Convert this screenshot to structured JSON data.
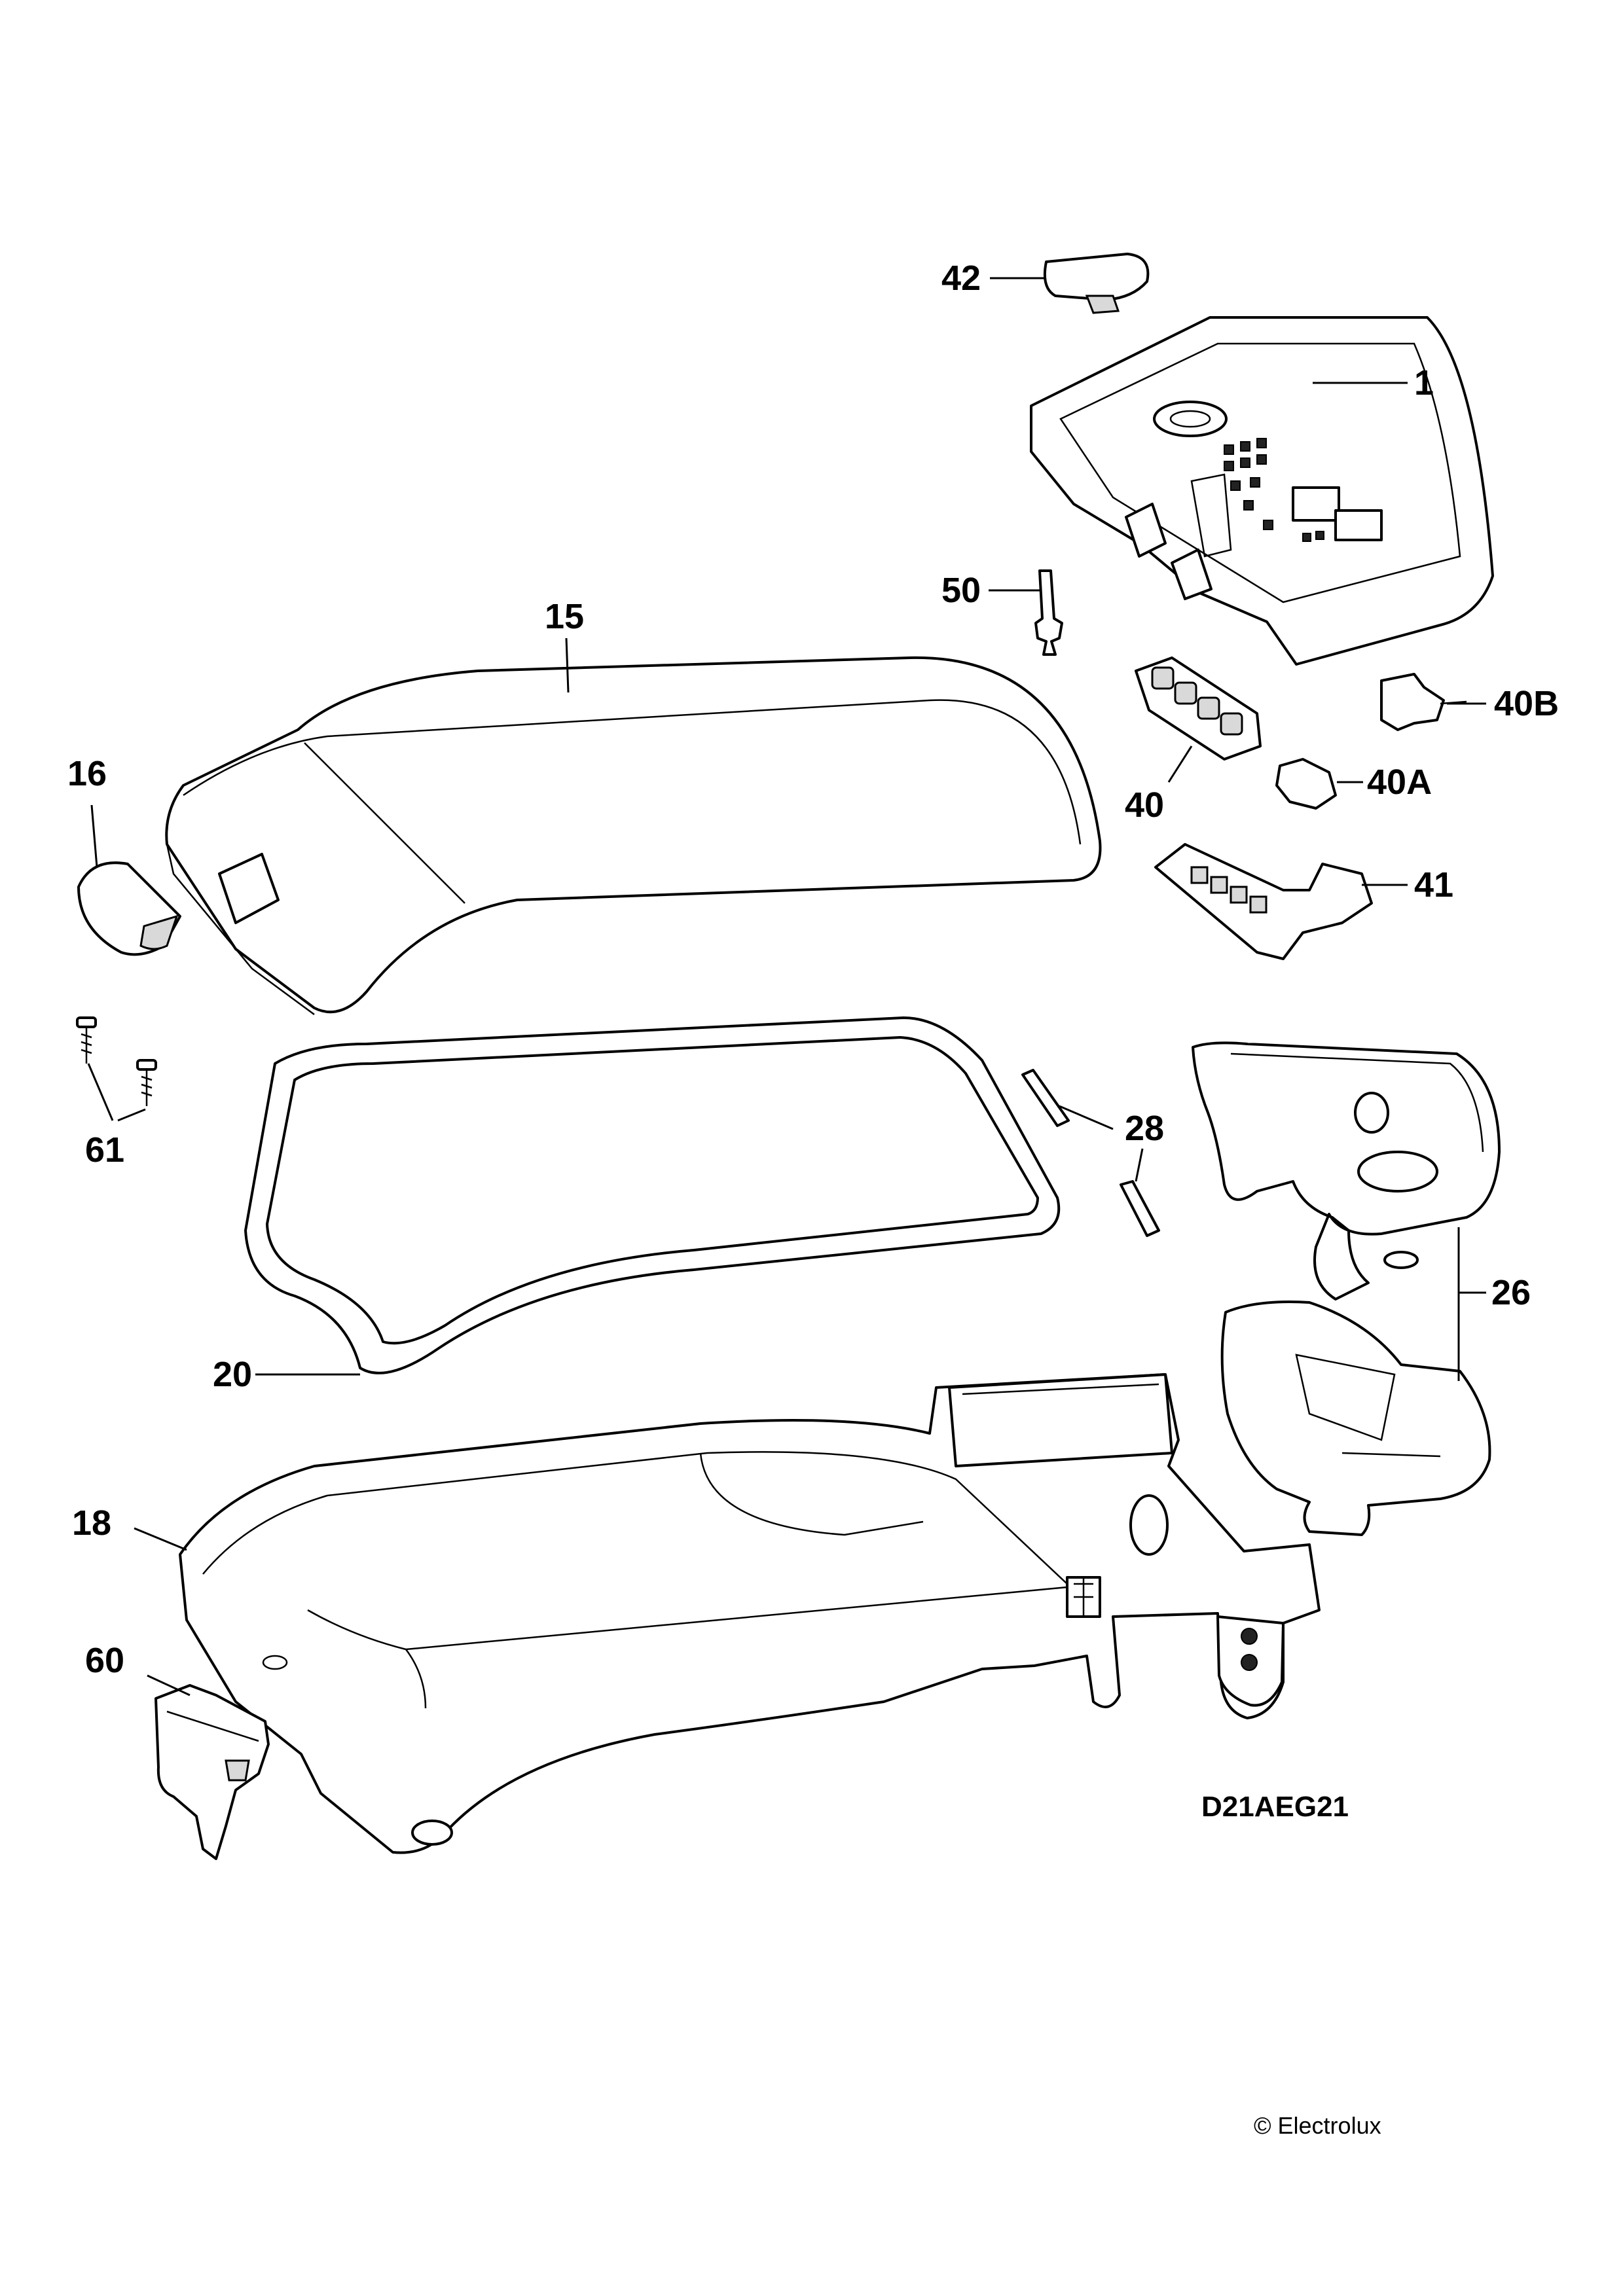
{
  "diagram": {
    "drawing_code": "D21AEG21",
    "copyright": "© Electrolux",
    "callouts": {
      "p42": "42",
      "p1": "1",
      "p50": "50",
      "p15": "15",
      "p40b": "40B",
      "p16": "16",
      "p40": "40",
      "p40a": "40A",
      "p41": "41",
      "p61": "61",
      "p28": "28",
      "p26": "26",
      "p20": "20",
      "p18": "18",
      "p60": "60"
    }
  }
}
